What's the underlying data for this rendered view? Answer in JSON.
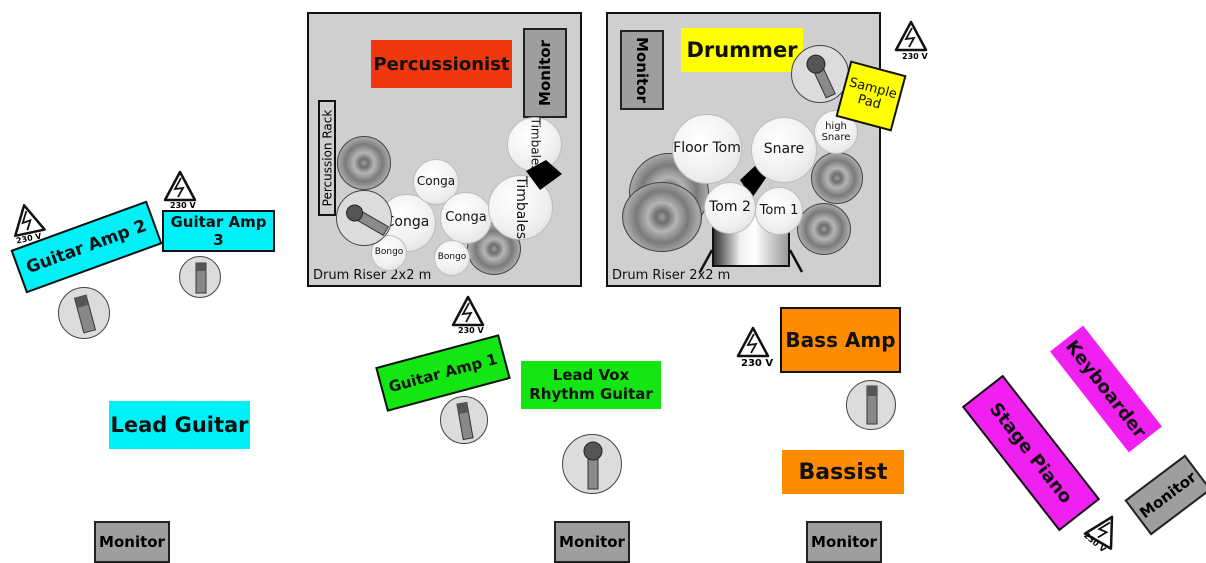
{
  "percussion_riser": {
    "label": "Drum Riser 2x2 m",
    "musician": "Percussionist",
    "monitor": "Monitor",
    "rack": "Percussion Rack",
    "congas": [
      "Conga",
      "Conga",
      "Conga"
    ],
    "bongos": [
      "Bongo",
      "Bongo"
    ],
    "timbales": [
      "Timbales",
      "Timbales"
    ]
  },
  "drum_riser": {
    "label": "Drum Riser 2x2 m",
    "musician": "Drummer",
    "monitor": "Monitor",
    "sample_pad": "Sample Pad",
    "drums": {
      "floor_tom": "Floor Tom",
      "snare": "Snare",
      "high_snare": "high Snare",
      "tom2": "Tom 2",
      "tom1": "Tom 1"
    }
  },
  "power": {
    "label": "230 V"
  },
  "guitar_amp_2": "Guitar Amp 2",
  "guitar_amp_3": "Guitar Amp 3",
  "guitar_amp_1": "Guitar Amp 1",
  "bass_amp": "Bass Amp",
  "lead_guitar": "Lead Guitar",
  "lead_vox": {
    "line1": "Lead Vox",
    "line2": "Rhythm Guitar"
  },
  "bassist": "Bassist",
  "keyboarder": "Keyboarder",
  "stage_piano": "Stage Piano",
  "front_monitors": [
    "Monitor",
    "Monitor",
    "Monitor"
  ],
  "side_monitor": "Monitor",
  "colors": {
    "riser": "#cfcfcf",
    "percussionist": "#f03810",
    "drummer": "#ffff00",
    "guitar_cyan": "#00f0f8",
    "guitar_green": "#14e614",
    "bass_orange": "#ff8c00",
    "keys_magenta": "#f020f0",
    "monitor_gray": "#9e9e9e"
  }
}
